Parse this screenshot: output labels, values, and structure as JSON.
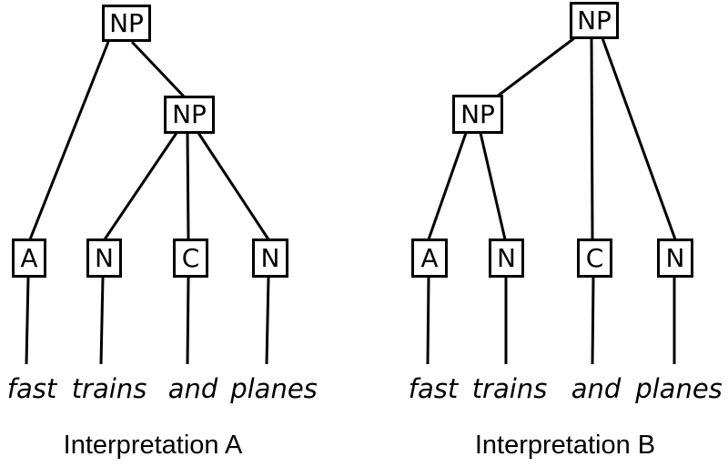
{
  "diagram_type": "syntax-parse-trees",
  "colors": {
    "background": "#ffffff",
    "line": "#000000",
    "text": "#000000"
  },
  "sentence": "fast trains and planes",
  "trees": [
    {
      "caption": "Interpretation A",
      "root_label": "NP",
      "inner_label": "NP",
      "leaf_labels": [
        "A",
        "N",
        "C",
        "N"
      ],
      "words": [
        "fast",
        "trains",
        "and",
        "planes"
      ],
      "structure": {
        "root_children": [
          "A",
          "NP"
        ],
        "inner_children": [
          "N",
          "C",
          "N"
        ]
      }
    },
    {
      "caption": "Interpretation B",
      "root_label": "NP",
      "inner_label": "NP",
      "leaf_labels": [
        "A",
        "N",
        "C",
        "N"
      ],
      "words": [
        "fast",
        "trains",
        "and",
        "planes"
      ],
      "structure": {
        "root_children": [
          "NP",
          "C",
          "N"
        ],
        "inner_children": [
          "A",
          "N"
        ]
      }
    }
  ]
}
